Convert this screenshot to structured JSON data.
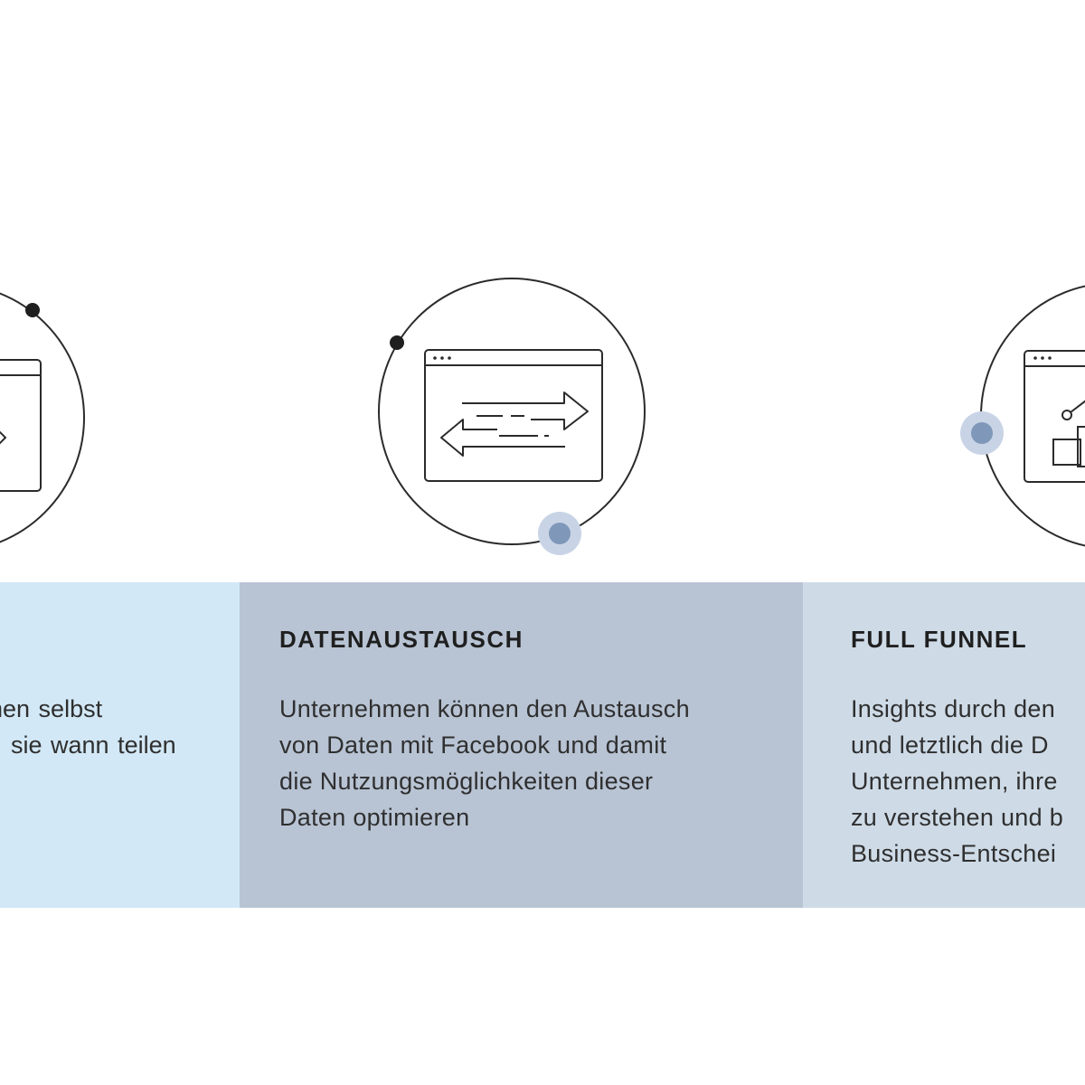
{
  "panels": {
    "left": {
      "title": "",
      "lines": [
        "nen selbst",
        "sie wann teilen"
      ]
    },
    "middle": {
      "title": "DATENAUSTAUSCH",
      "lines": [
        "Unternehmen  können  den Austausch",
        "von  Daten mit  Facebook und  damit",
        "die Nutzungsmöglichkeiten  dieser",
        "Daten optimieren"
      ]
    },
    "right": {
      "title": "FULL FUNNEL",
      "lines": [
        "Insights durch den",
        "und letztlich die D",
        "Unternehmen, ihre",
        "zu verstehen und b",
        "Business-Entschei"
      ]
    }
  },
  "icons": {
    "left": "browser-window-icon",
    "middle": "data-exchange-arrows-icon",
    "right": "analytics-chart-icon"
  },
  "colors": {
    "panel_left": "#d2e8f6",
    "panel_middle": "#b8c4d4",
    "panel_right": "#cedbe7",
    "accent_dot": "#7f97b8",
    "accent_halo": "#c8d4e6",
    "line": "#2b2b2b"
  }
}
